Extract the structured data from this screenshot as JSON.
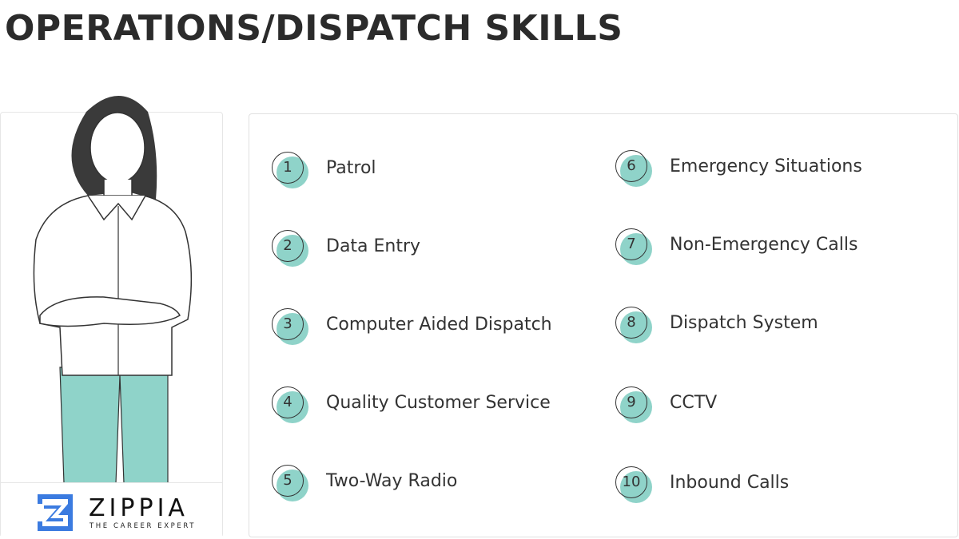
{
  "title": "OPERATIONS/DISPATCH SKILLS",
  "accent_color": "#8fd3c9",
  "logo": {
    "word": "ZIPPIA",
    "tagline": "THE CAREER EXPERT",
    "color": "#3b7be0"
  },
  "skills": [
    {
      "num": "1",
      "label": "Patrol"
    },
    {
      "num": "2",
      "label": "Data Entry"
    },
    {
      "num": "3",
      "label": "Computer Aided Dispatch"
    },
    {
      "num": "4",
      "label": "Quality Customer Service"
    },
    {
      "num": "5",
      "label": "Two-Way Radio"
    },
    {
      "num": "6",
      "label": "Emergency Situations"
    },
    {
      "num": "7",
      "label": "Non-Emergency Calls"
    },
    {
      "num": "8",
      "label": "Dispatch System"
    },
    {
      "num": "9",
      "label": "CCTV"
    },
    {
      "num": "10",
      "label": "Inbound Calls"
    }
  ]
}
